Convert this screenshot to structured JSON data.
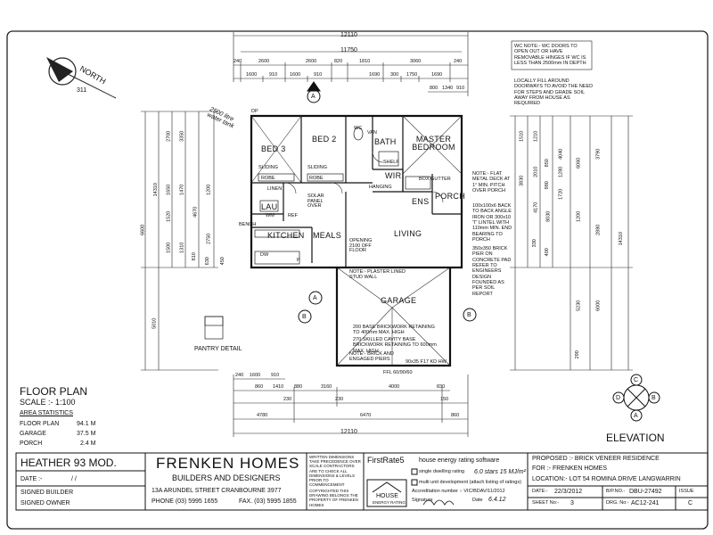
{
  "north": {
    "label": "NORTH",
    "bearing": "311"
  },
  "dims_top": {
    "overall": "12110",
    "second": "11750",
    "row1": [
      "240",
      "2600",
      "2600",
      "820",
      "1810",
      "3060",
      "240"
    ],
    "row2": [
      "1600",
      "910",
      "1600",
      "910",
      "1690",
      "300",
      "1750",
      "1690"
    ],
    "right": [
      "800",
      "1340",
      "910"
    ]
  },
  "dims_bottom": {
    "row1": [
      "240",
      "1600",
      "910"
    ],
    "row2": [
      "860",
      "1410",
      "880",
      "3160",
      "4000",
      "830"
    ],
    "row2b": [
      "230",
      "230",
      "150"
    ],
    "row3": [
      "4780",
      "6470",
      "860"
    ],
    "overall": "12110"
  },
  "dims_left": [
    "6600",
    "14310",
    "5010",
    "2700",
    "3350",
    "1470",
    "1650",
    "4670",
    "1200",
    "1520",
    "1310",
    "2750",
    "1500",
    "810",
    "630",
    "450"
  ],
  "dims_right": [
    "1510",
    "3830",
    "1210",
    "4170",
    "850",
    "980",
    "1720",
    "6060",
    "3790",
    "2880",
    "14310",
    "400",
    "5230",
    "6000",
    "290",
    "4040",
    "1280",
    "1200",
    "8030",
    "2010",
    "330"
  ],
  "rooms": {
    "bed3": "BED 3",
    "bed2": "BED 2",
    "bath": "BATH",
    "master": "MASTER BEDROOM",
    "wir": "WIR",
    "ens": "ENS",
    "porch": "PORCH",
    "lau": "LAU",
    "kitchen": "KITCHEN",
    "meals": "MEALS",
    "living": "LIVING",
    "garage": "GARAGE"
  },
  "small_labels": {
    "sliding1": "SLIDING",
    "robe1": "ROBE",
    "sliding2": "SLIDING",
    "robe2": "ROBE",
    "linen": "LINEN",
    "hanging": "HANGING",
    "shelf": "SHELF",
    "van": "VAN",
    "wc": "WC",
    "wm": "WM",
    "bench": "BENCH",
    "dw": "DW",
    "ref": "REF",
    "p": "P",
    "dp": "DP",
    "solar": "SOLAR PANEL OVER",
    "opening": "OPENING 2100 OFF FLOOR",
    "plaster": "NOTE:- PLASTER LINED STUD WALL",
    "garage_note1": "200 BASE BRICKWORK RETAINING TO 400mm MAX. HIGH",
    "garage_note2": "270 SKILLED CAVITY BASE BRICKWORK RETAINING TO 600mm MAX. HIGH",
    "garage_note3": "NOTE:- BRICK AND ENGAGED PIERS",
    "ffl": "FFL 60/90/60",
    "beam": "90x35 F17 KD HW",
    "gutter": "BOX GUTTER",
    "pantry": "PANTRY DETAIL",
    "handwritten": "2500 litre water tank"
  },
  "notes": {
    "wc": "WC NOTE:- WC DOORS TO OPEN OUT OR HAVE REMOVABLE HINGES IF WC IS LESS THAN 2500mm IN DEPTH",
    "fill": "LOCALLY FILL AROUND DOORWAYS TO AVOID THE NEED FOR STEPS AND GRADE SOIL AWAY FROM HOUSE AS REQUIRED",
    "deck": "NOTE:- FLAT METAL DECK AT 1° MIN. PITCH OVER PORCH",
    "lintel": "100x100x6 BACK TO BACK ANGLE IRON OR 300x10 'T' LINTEL WITH 110mm MIN. END BEARING TO PORCH",
    "pier": "350x350 BRICK PIER ON CONCRETE PAD REFER TO ENGINEERS DESIGN FOUNDED AS PER SOIL REPORT"
  },
  "section_markers": {
    "a": "A",
    "b": "B",
    "c": "C",
    "d": "D"
  },
  "plan": {
    "title": "FLOOR PLAN",
    "scale": "SCALE :- 1:100",
    "stats_title": "AREA STATISTICS",
    "stats": [
      {
        "name": "FLOOR PLAN",
        "value": "94.1 M"
      },
      {
        "name": "GARAGE",
        "value": "37.5 M"
      },
      {
        "name": "PORCH",
        "value": "2.4 M"
      }
    ]
  },
  "elevation": "ELEVATION",
  "titleblock": {
    "design": "HEATHER 93 MOD.",
    "date_label": "DATE :-",
    "date_value": "/   /",
    "signed_builder": "SIGNED BUILDER",
    "signed_owner": "SIGNED OWNER",
    "company": "FRENKEN HOMES",
    "company_sub": "BUILDERS AND DESIGNERS",
    "address": "13A ARUNDEL STREET CRANBOURNE 3977",
    "phone": "PHONE (03) 5995 1655",
    "fax": "FAX. (03) 5995 1855",
    "disclaimer1": "WRITTEN DIMENSIONS TAKE PRECEDENCE OVER SCALE CONTRACTORS ARE TO CHECK ALL DIMENSIONS & LEVELS PRIOR TO COMMENCEMENT",
    "disclaimer2": "COPYRIGHTED THIS DRAWING BELONGS THE PROPERTY OF FRENKEN HOMES",
    "firstrate": "FirstRate5",
    "firstrate_sub": "house energy rating software",
    "house_label": "HOUSE",
    "house_sub": "ENERGY RATING",
    "single_dwelling": "single dwelling rating",
    "rating_hand": "6.0 stars 15 MJ/m²",
    "multi": "multi unit development (attach listing of ratings)",
    "accred": "Accreditation number :- VIC/BDAV/11/2012",
    "signature_label": "Signature",
    "date2_label": "Date",
    "date2_value": "6.4.12",
    "proposed": "PROPOSED :- BRICK VENEER RESIDENCE",
    "for": "FOR :-  FRENKEN HOMES",
    "location": "LOCATION:-  LOT 54 ROMINA DRIVE LANGWARRIN",
    "date3_label": "DATE:-",
    "date3_value": "22/3/2012",
    "bpu_label": "B/P.NO.-",
    "bpu_value": "DBU-27492",
    "issue_label": "ISSUE",
    "sheet_label": "SHEET No:-",
    "sheet_value": "3",
    "drg_label": "DRG. No:-",
    "drg_value": "AC12-241",
    "issue_value": "C"
  }
}
